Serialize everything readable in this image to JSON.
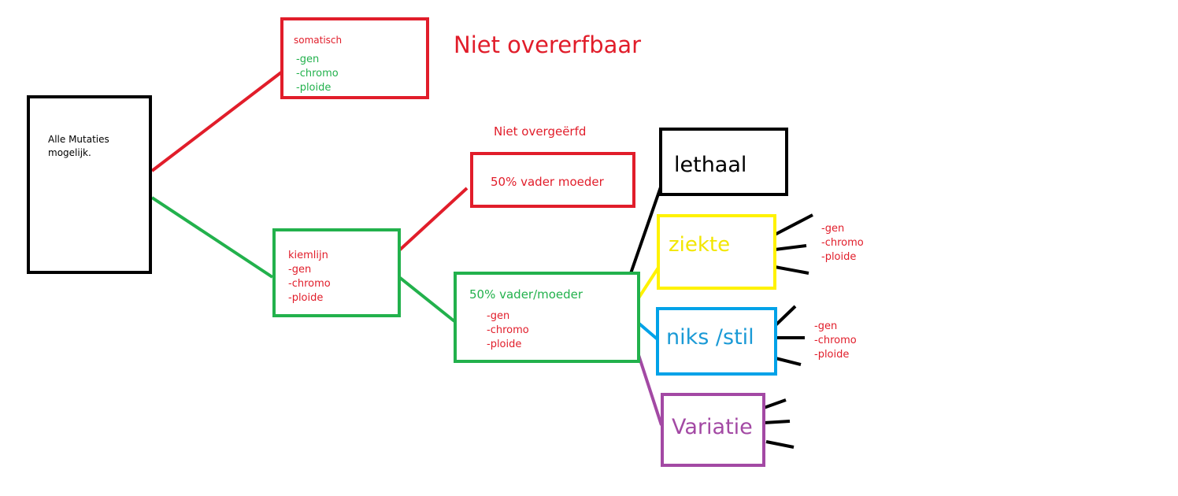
{
  "colors": {
    "red": "#e11d2a",
    "green": "#22b14c",
    "black": "#000000",
    "yellow": "#fff200",
    "blue": "#00a2e8",
    "purple": "#a349a4"
  },
  "root": {
    "line1": "Alle Mutaties",
    "line2": "mogelijk."
  },
  "somatisch": {
    "title": "somatisch",
    "items": [
      "-gen",
      "-chromo",
      "-ploide"
    ]
  },
  "niet_overerfbaar": "Niet overerfbaar",
  "kiemlijn": {
    "title": "kiemlijn",
    "items": [
      "-gen",
      "-chromo",
      "-ploide"
    ]
  },
  "niet_overgeerfd": {
    "label": "Niet overgeërfd",
    "box": "50% vader moeder"
  },
  "vader_moeder": {
    "title": "50% vader/moeder",
    "items": [
      "-gen",
      "-chromo",
      "-ploide"
    ]
  },
  "lethaal": "lethaal",
  "ziekte": {
    "title": "ziekte",
    "items": [
      "-gen",
      "-chromo",
      "-ploide"
    ]
  },
  "niks_stil": {
    "title": "niks /stil",
    "items": [
      "-gen",
      "-chromo",
      "-ploide"
    ]
  },
  "variatie": "Variatie"
}
